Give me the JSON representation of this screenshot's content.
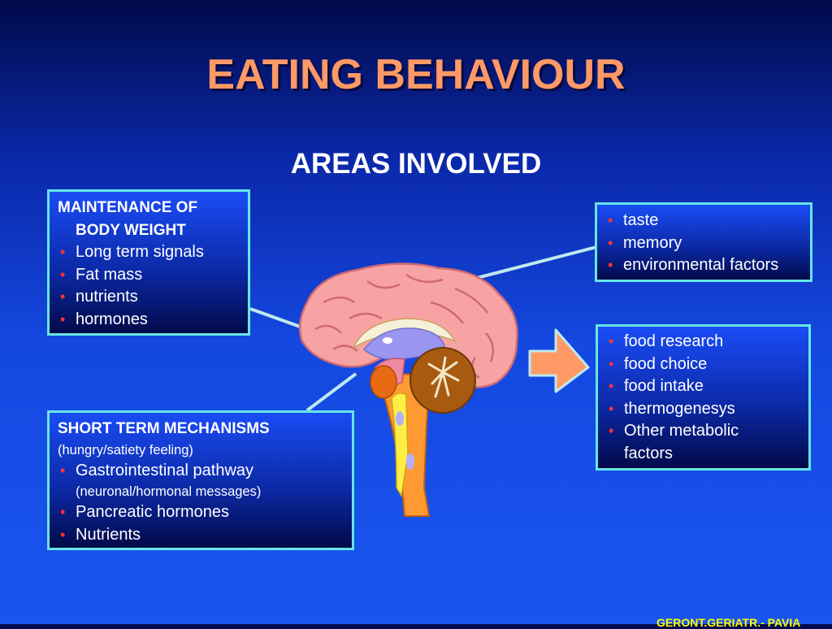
{
  "title": "EATING BEHAVIOUR",
  "subtitle": "AREAS INVOLVED",
  "box_body_weight": {
    "heading_line1": "MAINTENANCE OF",
    "heading_line2": "BODY WEIGHT",
    "items": [
      "Long term signals",
      "Fat mass",
      "nutrients",
      "hormones"
    ]
  },
  "box_short_term": {
    "heading": "SHORT TERM MECHANISMS",
    "note": "(hungry/satiety feeling)",
    "items": [
      {
        "label": "Gastrointestinal pathway",
        "note": "(neuronal/hormonal messages)"
      },
      {
        "label": "Pancreatic hormones"
      },
      {
        "label": "Nutrients"
      }
    ]
  },
  "box_cortex": {
    "items": [
      "taste",
      "memory",
      "environmental factors"
    ]
  },
  "box_outcomes": {
    "items": [
      "food research",
      "food choice",
      "food intake",
      "thermogenesys",
      "Other metabolic factors"
    ]
  },
  "footer": "GERONT.GERIATR.- PAVIA"
}
